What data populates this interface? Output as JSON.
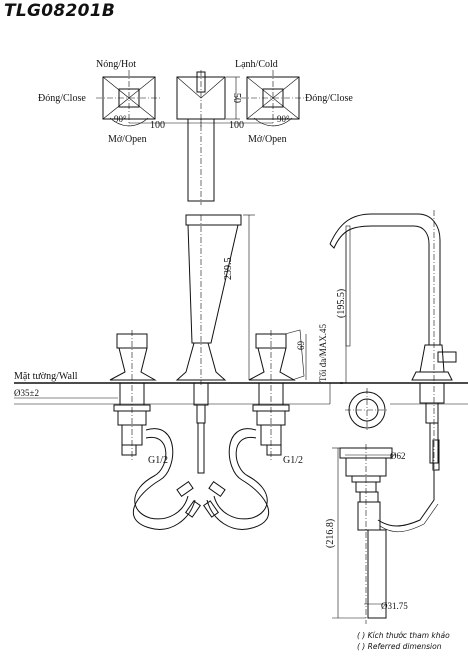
{
  "model": "TLG08201B",
  "labels": {
    "hot": "Nóng/Hot",
    "cold": "Lạnh/Cold",
    "close_left": "Đóng/Close",
    "close_right": "Đóng/Close",
    "open_left": "Mở/Open",
    "open_right": "Mở/Open",
    "wall": "Mặt tường/Wall",
    "max_thickness": "Tối đa/MAX.45"
  },
  "dimensions": {
    "angle_left": "90°",
    "angle_right": "90°",
    "spacing_left": "100",
    "spacing_right": "100",
    "top_50": "50",
    "spout_height": "239.5",
    "handle_69": "69",
    "hole_dia": "Ø35±2",
    "thread_left": "G1/2",
    "thread_right": "G1/2",
    "spout_reach": "(195.5)",
    "drain_dia": "Ø62",
    "drain_length": "(216.8)",
    "drain_pipe": "Ø31.75"
  },
  "notes": {
    "line1": "( ) Kích thước tham khảo",
    "line2": "( ) Referred dimension"
  }
}
